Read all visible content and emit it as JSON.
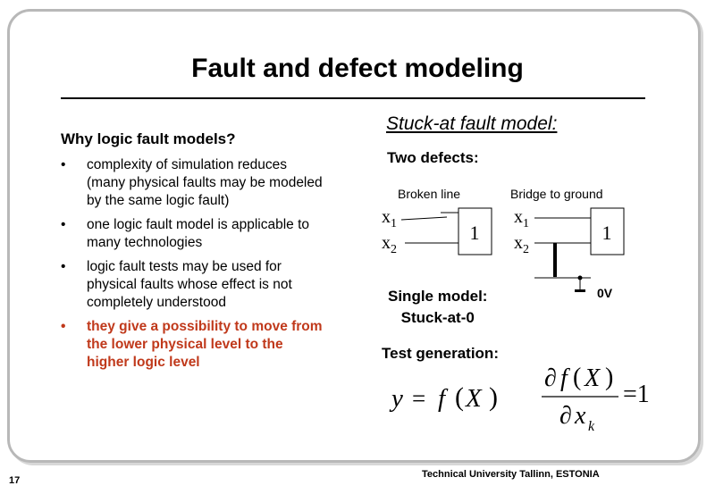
{
  "slide": {
    "title": "Fault and defect modeling",
    "page_number": "17",
    "footer": "Technical University Tallinn, ESTONIA"
  },
  "left": {
    "question": "Why logic fault models?",
    "bullets": [
      {
        "text": "complexity of simulation reduces (many physical faults may be modeled by the same logic fault)",
        "highlight": false
      },
      {
        "text": "one logic fault model is applicable to many technologies",
        "highlight": false
      },
      {
        "text": "logic fault tests may be used for physical faults whose effect is not completely understood",
        "highlight": false
      },
      {
        "text": "they give a possibility to move from the lower physical level to the higher logic level",
        "highlight": true
      }
    ],
    "bullet_symbol": "•",
    "highlight_color": "#c0391b"
  },
  "right": {
    "stuck_at_heading": "Stuck-at fault model:",
    "two_defects": "Two defects:",
    "broken_line_caption": "Broken line",
    "bridge_caption": "Bridge to ground",
    "gate_label": "1",
    "input1": "x",
    "input1_sub": "1",
    "input2": "x",
    "input2_sub": "2",
    "single_model_line1": "Single model:",
    "single_model_line2": "Stuck-at-0",
    "zero_v": "0V",
    "test_generation": "Test generation:",
    "equation1": {
      "y": "y",
      "eq": "=",
      "f": "f",
      "X": "X"
    },
    "equation2": {
      "partial": "∂",
      "f": "f",
      "X": "X",
      "x": "x",
      "k": "k",
      "rhs": "=1"
    }
  }
}
